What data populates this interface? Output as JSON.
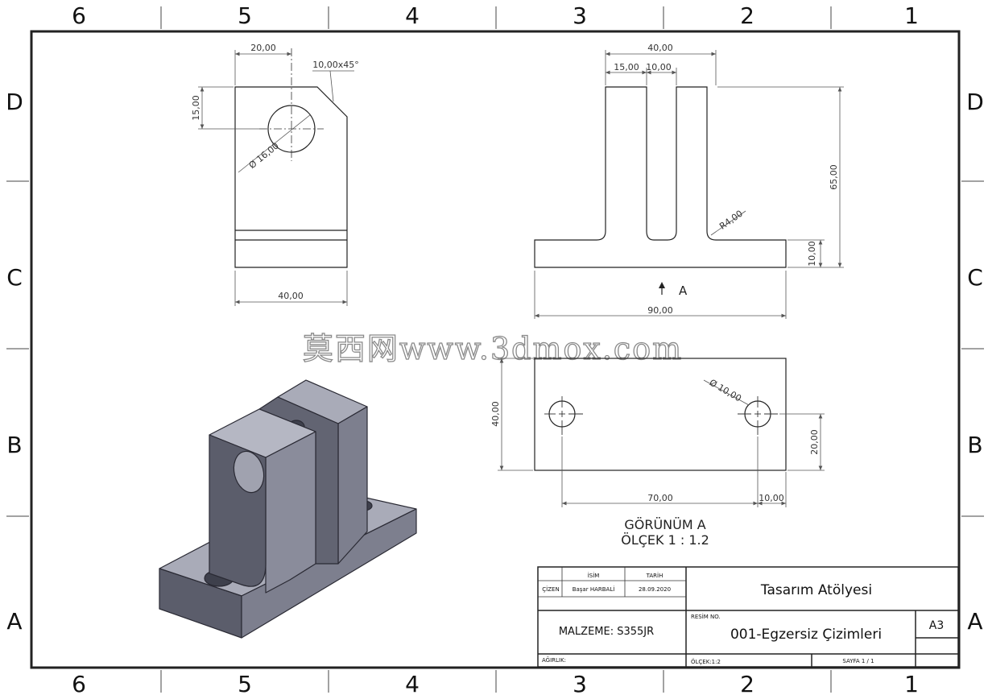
{
  "zones": {
    "columns": [
      "6",
      "5",
      "4",
      "3",
      "2",
      "1"
    ],
    "rows": [
      "D",
      "C",
      "B",
      "A"
    ]
  },
  "front_view": {
    "dims": {
      "width_top": "20,00",
      "chamfer": "10,00x45°",
      "height": "15,00",
      "diameter": "Ø 16,00",
      "width_bottom": "40,00"
    }
  },
  "side_view": {
    "dims": {
      "overall_top": "40,00",
      "seg_a": "15,00",
      "seg_b": "10,00",
      "height": "65,00",
      "radius": "R4,00",
      "base_height": "10,00",
      "overall_width": "90,00"
    },
    "view_arrow_label": "A"
  },
  "view_a": {
    "dims": {
      "hole_dia": "Ø 10,00",
      "height": "40,00",
      "half_height": "20,00",
      "hole_spacing": "70,00",
      "edge_offset": "10,00"
    },
    "caption_line1": "GÖRÜNÜM A",
    "caption_line2": "ÖLÇEK 1 : 1.2"
  },
  "watermark": "莫西网www.3dmox.com",
  "title_block": {
    "col_name": "İSİM",
    "col_date": "TARİH",
    "row_drawn": "ÇİZEN",
    "drawn_by": "Başar HARBALİ",
    "drawn_date": "28.09.2020",
    "company": "Tasarım Atölyesi",
    "material": "MALZEME: S355JR",
    "drawing_no_label": "RESİM NO.",
    "drawing_no": "001-Egzersiz Çizimleri",
    "paper_size": "A3",
    "weight_label": "AĞIRLIK:",
    "scale": "ÖLÇEK:1:2",
    "sheet": "SAYFA 1 / 1"
  },
  "colors": {
    "line": "#222222",
    "dim_line": "#555555",
    "iso_dark": "#5b5d6b",
    "iso_mid": "#7d7f8e",
    "iso_light": "#a9abb8",
    "watermark": "#9a9a9a"
  }
}
